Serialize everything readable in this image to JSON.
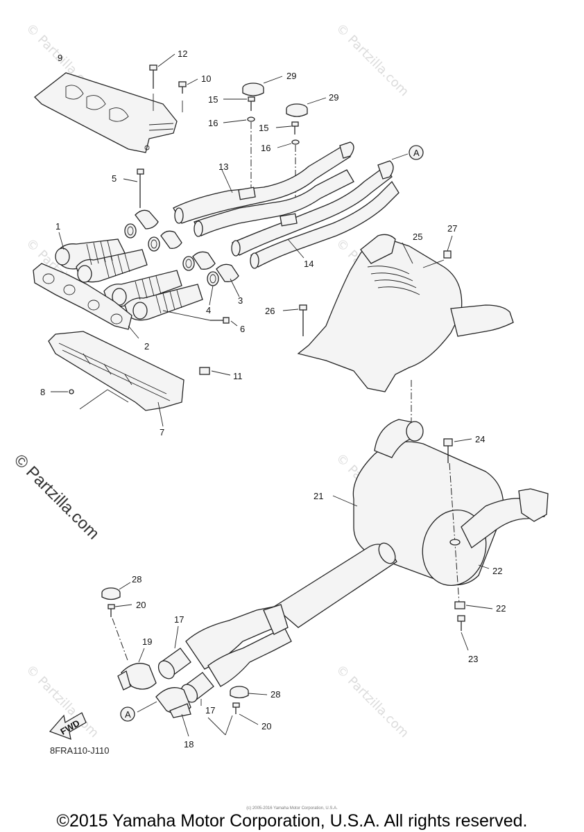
{
  "diagram": {
    "code": "8FRA110-J110",
    "copyright": "©2015 Yamaha Motor Corporation, U.S.A. All rights reserved.",
    "small_copyright": "(c) 2005-2016 Yamaha Motor Corporation, U.S.A.",
    "watermark": "© Partzilla.com",
    "fwd_label": "FWD",
    "connector_label": "A",
    "callouts": {
      "c1": "1",
      "c2": "2",
      "c3": "3",
      "c4": "4",
      "c5": "5",
      "c6": "6",
      "c7": "7",
      "c8": "8",
      "c9": "9",
      "c10": "10",
      "c11": "11",
      "c12": "12",
      "c13": "13",
      "c14": "14",
      "c15a": "15",
      "c15b": "15",
      "c16a": "16",
      "c16b": "16",
      "c17a": "17",
      "c17b": "17",
      "c18": "18",
      "c19": "19",
      "c20a": "20",
      "c20b": "20",
      "c21": "21",
      "c22a": "22",
      "c22b": "22",
      "c23": "23",
      "c24": "24",
      "c25": "25",
      "c26": "26",
      "c27": "27",
      "c28a": "28",
      "c28b": "28",
      "c29a": "29",
      "c29b": "29"
    }
  }
}
